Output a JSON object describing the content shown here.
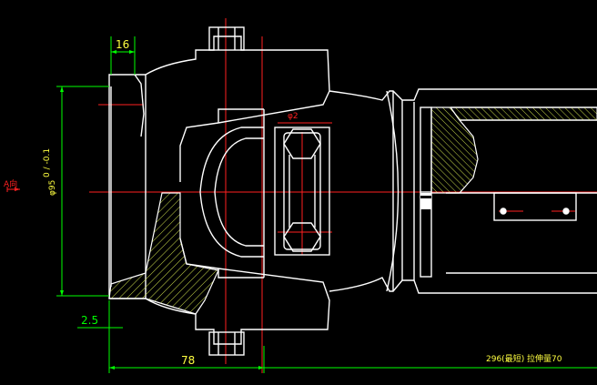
{
  "drawing": {
    "dim_top_width": "16",
    "dim_diameter": "φ95",
    "dim_diameter_tol": "0 / -0.1",
    "dim_step": "2.5",
    "dim_bottom_length": "78",
    "note_right": "296(最短)  拉伸量70",
    "arrow_mark": "A向",
    "small_mark": "φ2"
  },
  "colors": {
    "background": "#000000",
    "outline": "#ffffff",
    "centerline": "#ff2020",
    "dimension": "#00ff00",
    "hatch": "#c8d84a",
    "note": "#ffff40",
    "dim_text": "#ffff40"
  }
}
